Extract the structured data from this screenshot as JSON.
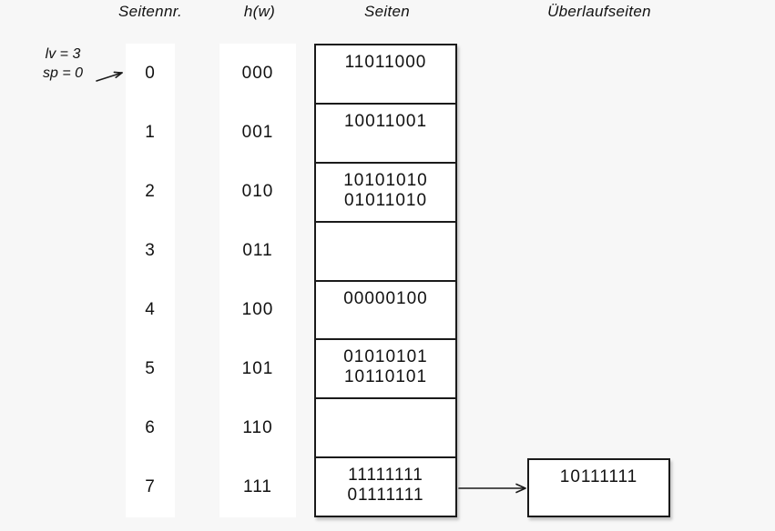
{
  "headers": {
    "seitennr": "Seitennr.",
    "hw": "h(w)",
    "seiten": "Seiten",
    "ueberlauf": "Überlaufseiten"
  },
  "annotation": {
    "lv": "lv = 3",
    "sp": "sp = 0"
  },
  "rows": [
    {
      "nr": "0",
      "hw": "000",
      "lines": [
        "11011000"
      ]
    },
    {
      "nr": "1",
      "hw": "001",
      "lines": [
        "10011001"
      ]
    },
    {
      "nr": "2",
      "hw": "010",
      "lines": [
        "10101010",
        "01011010"
      ]
    },
    {
      "nr": "3",
      "hw": "011",
      "lines": []
    },
    {
      "nr": "4",
      "hw": "100",
      "lines": [
        "00000100"
      ]
    },
    {
      "nr": "5",
      "hw": "101",
      "lines": [
        "01010101",
        "10110101"
      ]
    },
    {
      "nr": "6",
      "hw": "110",
      "lines": []
    },
    {
      "nr": "7",
      "hw": "111",
      "lines": [
        "11111111",
        "01111111"
      ]
    }
  ],
  "overflow": {
    "value": "10111111",
    "linked_from_row": "7"
  },
  "colors": {
    "background": "#f7f7f7",
    "panel": "#ffffff",
    "border": "#1a1a1a",
    "text": "#111111"
  }
}
